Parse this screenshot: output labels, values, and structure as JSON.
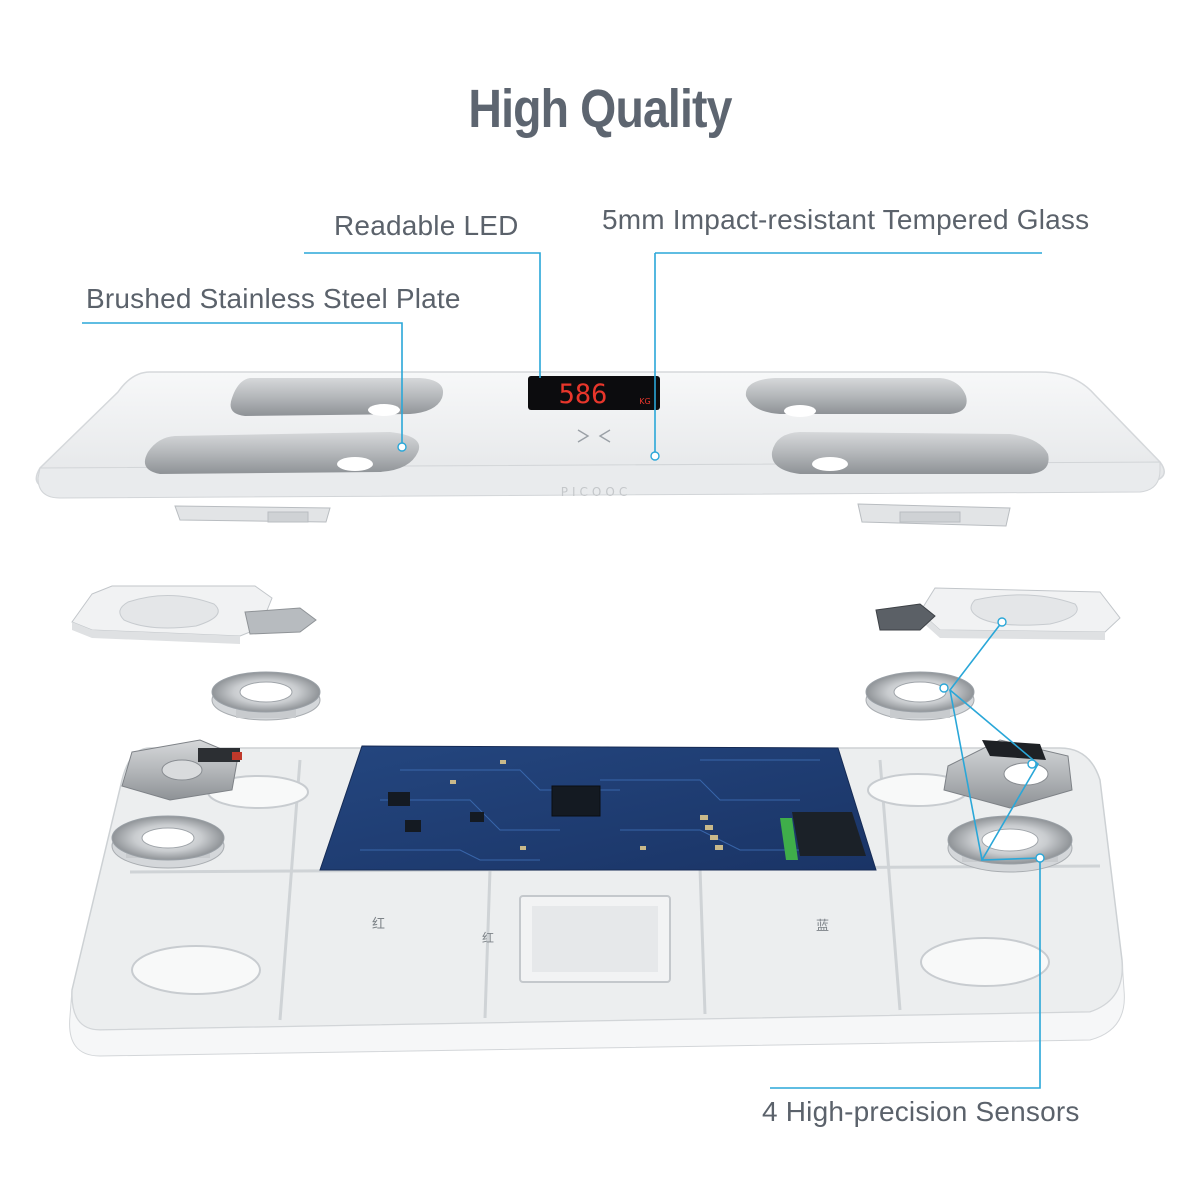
{
  "title": "High Quality",
  "callouts": {
    "readable_led": "Readable LED",
    "tempered_glass": "5mm Impact-resistant Tempered Glass",
    "steel_plate": "Brushed Stainless Steel Plate",
    "sensors": "4 High-precision Sensors"
  },
  "display": {
    "reading": "586",
    "unit": "KG"
  },
  "base_marks": {
    "left": "红",
    "center": "红",
    "right": "蓝"
  },
  "brand_text": "PICOOC",
  "colors": {
    "title": "#5d6570",
    "callout_text": "#5b626b",
    "leader_line": "#2aa7d8",
    "led_digits": "#e8362b",
    "pcb": "#1f3f7a"
  }
}
